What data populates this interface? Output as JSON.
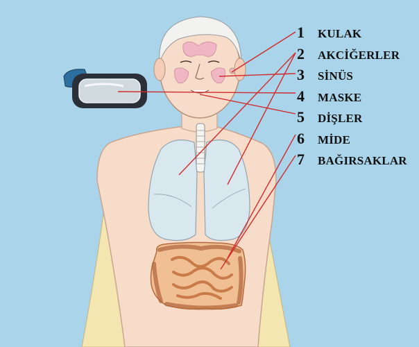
{
  "colors": {
    "background": "#a9d4ea",
    "skin": "#f7dcc9",
    "skin_outline": "#c9a48f",
    "lung": "#d9e7ef",
    "intestine": "#e8a26e",
    "pointer_line": "#d12b2b",
    "mask_glass": "#cfd9de",
    "mask_frame": "#2b3038",
    "strap": "#2d6f9e"
  },
  "labels": [
    {
      "number": "1",
      "text": "KULAK"
    },
    {
      "number": "2",
      "text": "AKCİĞERLER"
    },
    {
      "number": "3",
      "text": "SİNÜS"
    },
    {
      "number": "4",
      "text": "MASKE"
    },
    {
      "number": "5",
      "text": "DİŞLER"
    },
    {
      "number": "6",
      "text": "MİDE"
    },
    {
      "number": "7",
      "text": "BAĞIRSAKLAR"
    }
  ],
  "icons": [
    "diving-mask-icon",
    "human-body-icon"
  ]
}
